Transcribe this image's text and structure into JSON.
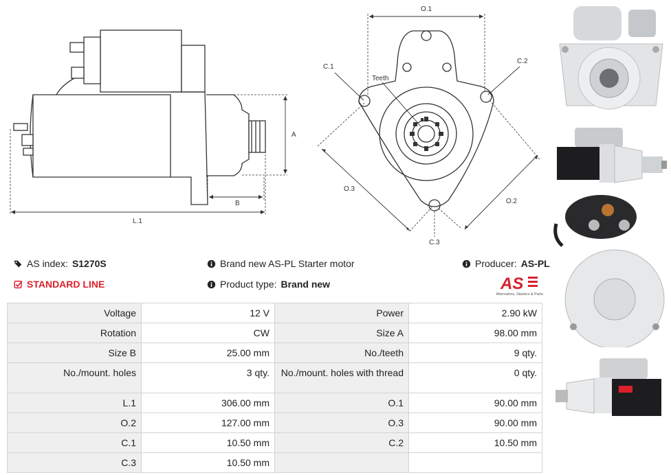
{
  "drawing": {
    "side_view_labels": {
      "a": "A",
      "b": "B",
      "l1": "L.1"
    },
    "front_view_labels": {
      "o1": "O.1",
      "o2": "O.2",
      "o3": "O.3",
      "c1": "C.1",
      "c2": "C.2",
      "c3": "C.3",
      "teeth": "Teeth"
    }
  },
  "header": {
    "as_index_label": "AS index:",
    "as_index_value": "S1270S",
    "line_label": "STANDARD LINE",
    "description": "Brand new AS-PL Starter motor",
    "product_type_label": "Product type:",
    "product_type_value": "Brand new",
    "producer_label": "Producer:",
    "producer_value": "AS-PL"
  },
  "logo": {
    "mark": "AS",
    "tagline": "Alternators, Starters & Parts",
    "color": "#d9202b"
  },
  "specs": [
    [
      {
        "k": "Voltage",
        "v": "12 V"
      },
      {
        "k": "Power",
        "v": "2.90 kW"
      }
    ],
    [
      {
        "k": "Rotation",
        "v": "CW"
      },
      {
        "k": "Size A",
        "v": "98.00 mm"
      }
    ],
    [
      {
        "k": "Size B",
        "v": "25.00 mm"
      },
      {
        "k": "No./teeth",
        "v": "9 qty."
      }
    ],
    [
      {
        "k": "No./mount. holes",
        "v": "3 qty."
      },
      {
        "k": "No./mount. holes with thread",
        "v": "0 qty."
      }
    ],
    [
      {
        "k": "L.1",
        "v": "306.00 mm"
      },
      {
        "k": "O.1",
        "v": "90.00 mm"
      }
    ],
    [
      {
        "k": "O.2",
        "v": "127.00 mm"
      },
      {
        "k": "O.3",
        "v": "90.00 mm"
      }
    ],
    [
      {
        "k": "C.1",
        "v": "10.50 mm"
      },
      {
        "k": "C.2",
        "v": "10.50 mm"
      }
    ],
    [
      {
        "k": "C.3",
        "v": "10.50 mm"
      },
      {
        "k": "",
        "v": ""
      }
    ]
  ],
  "colors": {
    "accent": "#d9202b",
    "key_bg": "#efefef",
    "border": "#d4d4d4"
  }
}
